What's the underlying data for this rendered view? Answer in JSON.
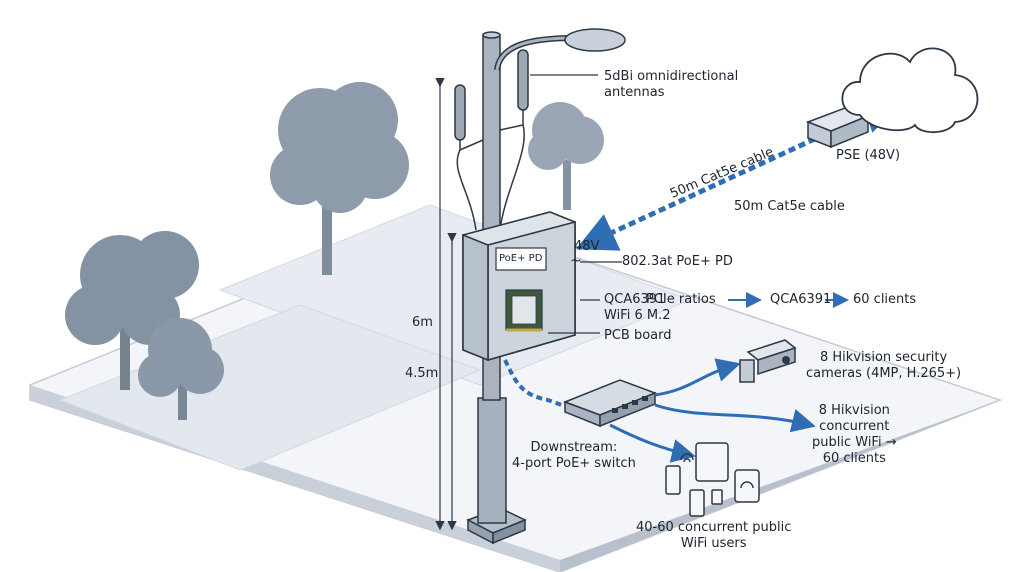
{
  "labels": {
    "antennas": "5dBi omnidirectional\nantennas",
    "cable_diag": "50m Cat5e cable",
    "cable": "50m Cat5e cable",
    "pse": "PSE (48V)",
    "v48": "48V",
    "pd": "802.3at PoE+ PD",
    "pd_box": "PoE+ PD",
    "qca": "QCA6391\nWiFi 6 M.2",
    "pcb": "PCB board",
    "pcie": "PCIe ratios",
    "qca2": "QCA6391",
    "clients": "60 clients",
    "h6": "6m",
    "h45": "4.5m",
    "cams": "8 Hikvision security\ncameras (4MP, H.265+)",
    "wifi": "8 Hikvision\nconcurrent\npublic WiFi →\n60 clients",
    "switch": "Downstream:\n4-port PoE+ switch",
    "users": "40-60 concurrent public\nWiFi users"
  },
  "colors": {
    "ground": "#f3f5f8",
    "path": "#e7ebf1",
    "tree": "#8e9bab",
    "pole": "#9ea9b6",
    "line": "#2d3846",
    "cable": "#2f6db5"
  },
  "icons": [
    "cloud-icon",
    "tree-icon",
    "camera-icon",
    "switch-icon",
    "phone-icon",
    "tablet-icon",
    "wifi-icon"
  ]
}
